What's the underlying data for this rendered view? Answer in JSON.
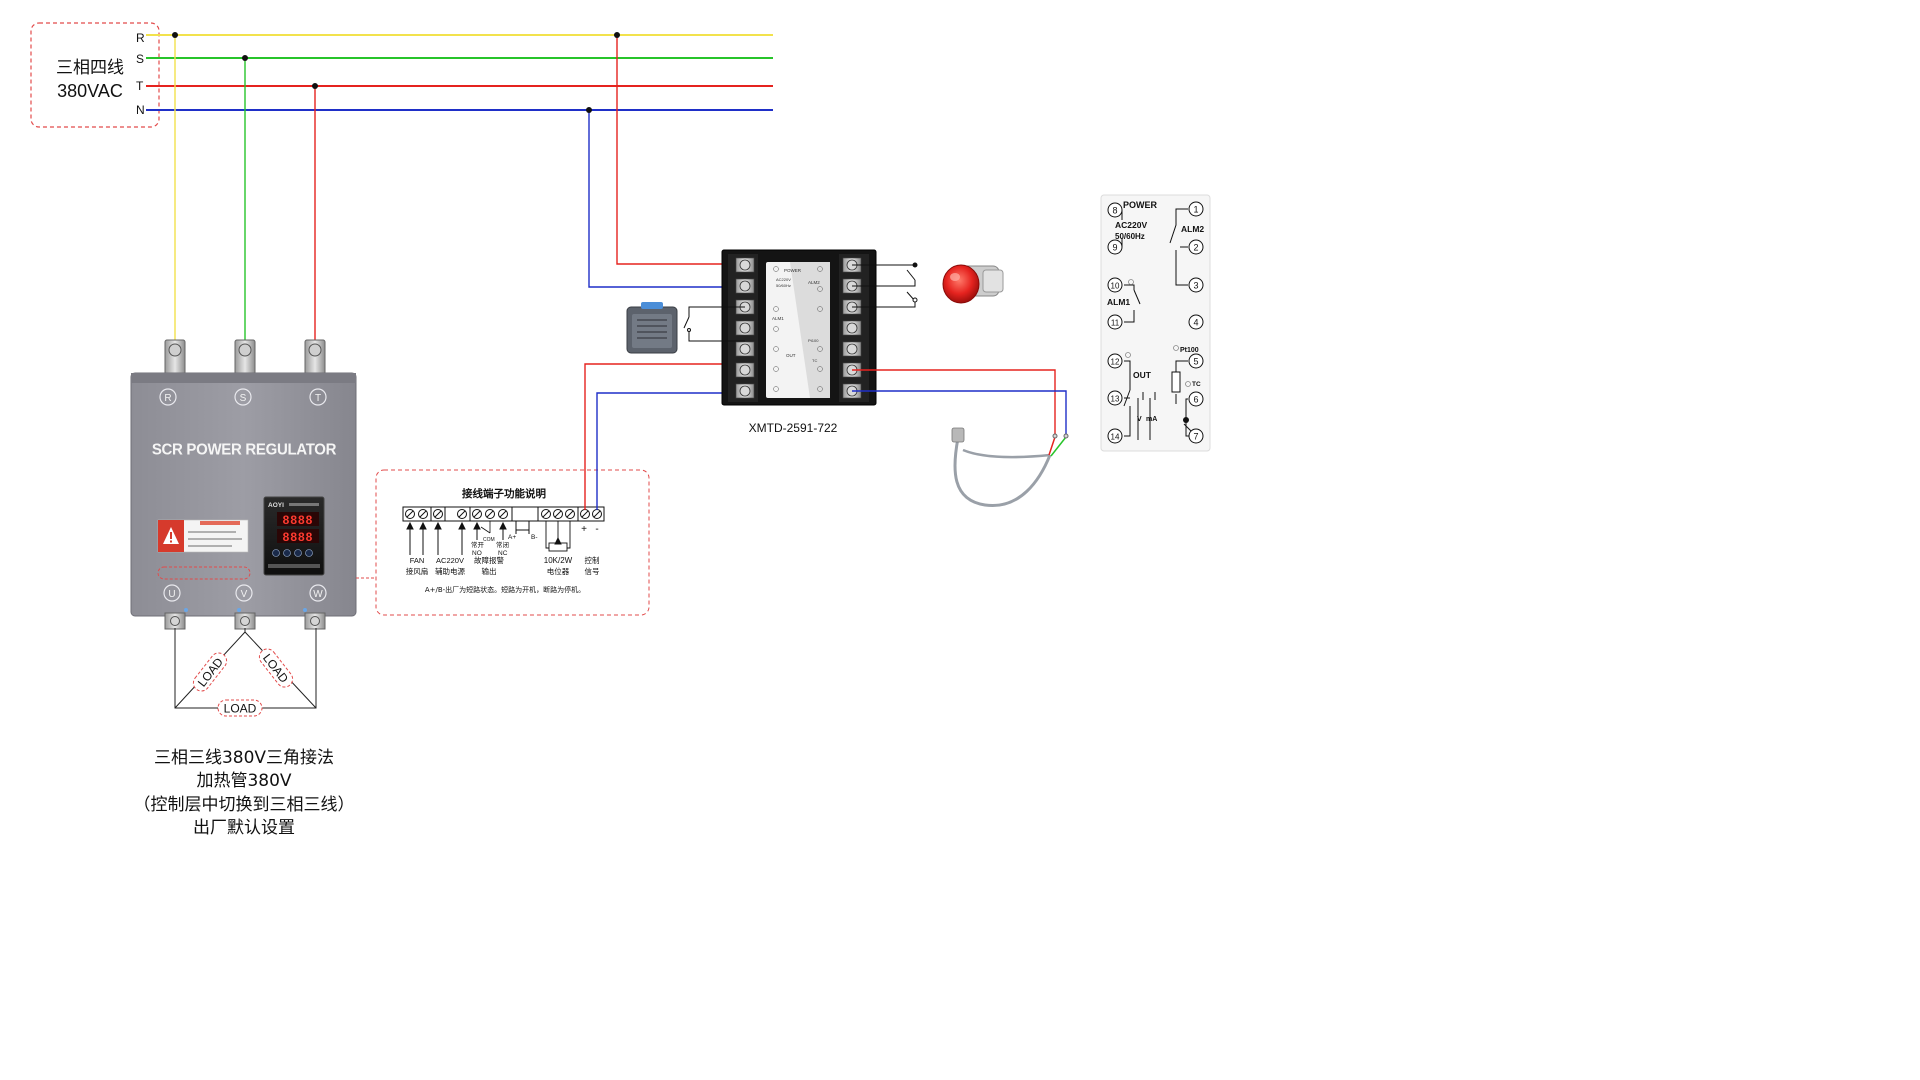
{
  "supply": {
    "title_line1": "三相四线",
    "title_line2": "380VAC",
    "phases": [
      {
        "label": "R",
        "color": "#f2e24c"
      },
      {
        "label": "S",
        "color": "#27c42a"
      },
      {
        "label": "T",
        "color": "#e5231f"
      },
      {
        "label": "N",
        "color": "#1f2fc8"
      }
    ]
  },
  "regulator": {
    "name": "SCR POWER REGULATOR",
    "input_terminals": [
      "R",
      "S",
      "T"
    ],
    "output_terminals": [
      "U",
      "V",
      "W"
    ],
    "brand": "AOYI",
    "display_digits": [
      "8888",
      "8888"
    ]
  },
  "loads": [
    "LOAD",
    "LOAD",
    "LOAD"
  ],
  "bottom_note": [
    "三相三线380V三角接法",
    "加热管380V",
    "（控制层中切换到三相三线）",
    "出厂默认设置"
  ],
  "terminal_panel": {
    "title": "接线端子功能说明",
    "col_labels": [
      {
        "line1": "FAN",
        "line2": "接风扇"
      },
      {
        "line1": "AC220V",
        "line2": "辅助电源"
      },
      {
        "line1": "故障报警",
        "line2": "输出"
      },
      {
        "line1": "10K/2W",
        "line2": "电位器"
      },
      {
        "line1": "控制",
        "line2": "信号"
      }
    ],
    "relay_labels": [
      "常开",
      "NO",
      "COM",
      "常闭",
      "NC"
    ],
    "ab_labels": [
      "A+",
      "B-"
    ],
    "polarity": [
      "+",
      "-"
    ],
    "footnote": "A+/B-出厂为短路状态。短路为开机，断路为停机。"
  },
  "controller": {
    "model": "XMTD-2591-722",
    "face_labels": [
      "POWER",
      "AC220V",
      "50/60Hz",
      "ALM2",
      "ALM1",
      "Pt100",
      "OUT",
      "TC"
    ]
  },
  "schematic": {
    "power_label": "POWER",
    "power_spec1": "AC220V",
    "power_spec2": "50/60Hz",
    "alm2": "ALM2",
    "alm1": "ALM1",
    "out": "OUT",
    "pt100": "Pt100",
    "tc": "TC",
    "v_label": "V",
    "ma_label": "mA",
    "terminals": [
      "8",
      "9",
      "10",
      "11",
      "12",
      "13",
      "14",
      "1",
      "2",
      "3",
      "4",
      "5",
      "6",
      "7"
    ]
  }
}
